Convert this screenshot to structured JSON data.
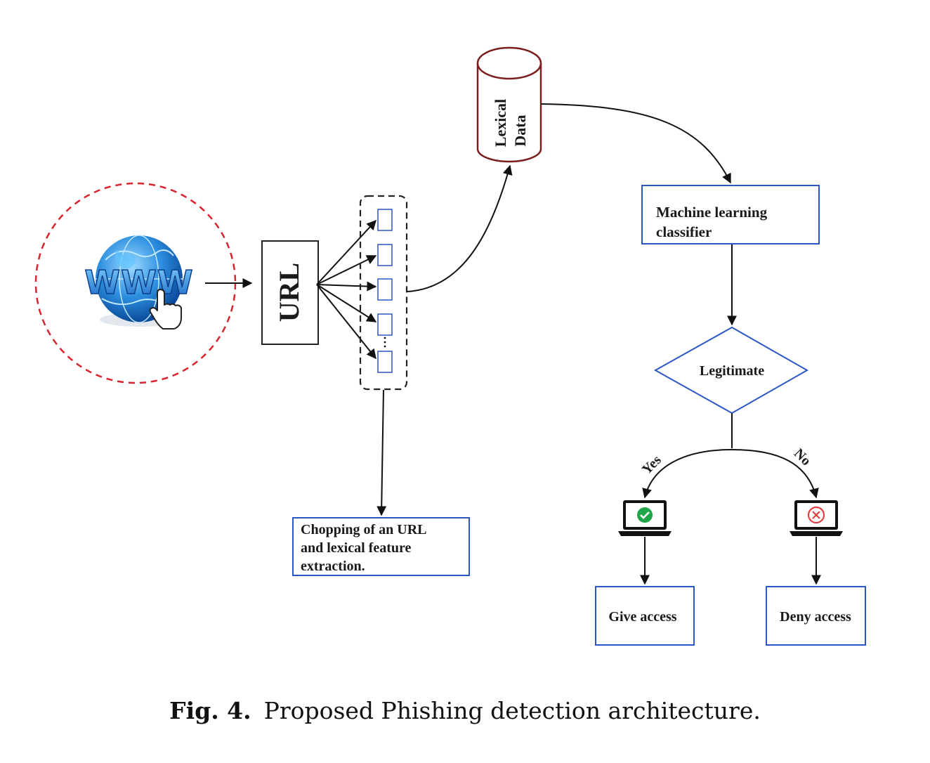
{
  "diagram": {
    "url_box": "URL",
    "database": {
      "line1": "Lexical",
      "line2": "Data"
    },
    "chopping_box": [
      "Chopping of an URL",
      "and lexical feature",
      "extraction."
    ],
    "classifier_box": [
      "Machine learning",
      "classifier"
    ],
    "decision": "Legitimate",
    "branch_yes": "Yes",
    "branch_no": "No",
    "give_access": "Give access",
    "deny_access": "Deny access",
    "www_icon_text": "WWW",
    "icons": [
      "globe-www-icon",
      "cursor-hand-icon",
      "laptop-check-icon",
      "laptop-cross-icon"
    ],
    "colors": {
      "box_border": "#2a56c6",
      "dashed_circle": "#d9232d",
      "database_stroke": "#7a1e1e",
      "check": "#1fa64a",
      "cross": "#e04040"
    }
  },
  "caption": {
    "label": "Fig. 4.",
    "text": "Proposed Phishing detection architecture."
  }
}
